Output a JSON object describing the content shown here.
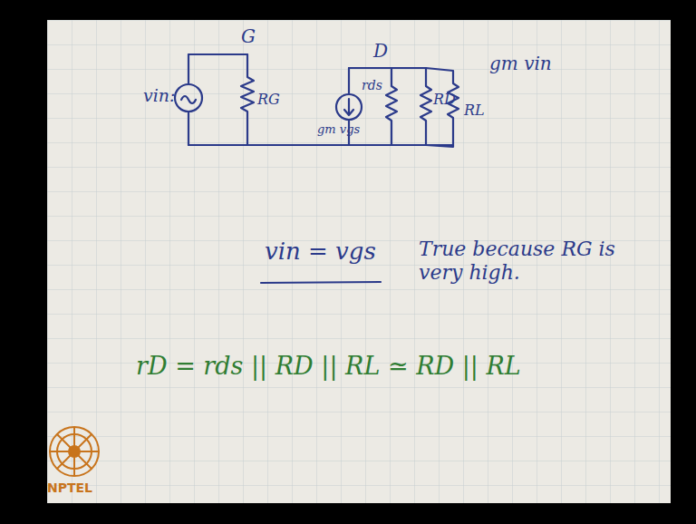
{
  "diagram": {
    "labels": [
      "G",
      "D",
      "vin:",
      "RG",
      "rds",
      "gm vgs",
      "RD",
      "RL",
      "gm vin",
      "vin = vgs",
      "True because RG is very high.",
      "rD = rds || RD || RL ≃ RD || RL",
      "NPTEL"
    ]
  }
}
